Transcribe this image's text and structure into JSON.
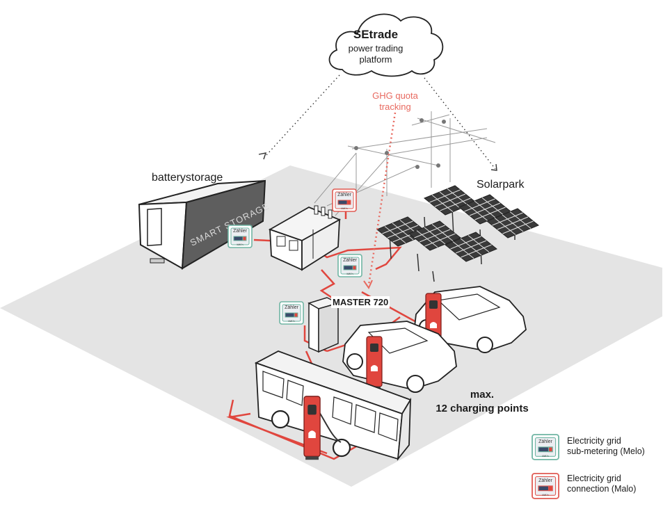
{
  "cloud": {
    "title": "SEtrade",
    "line1": "power trading",
    "line2": "platform"
  },
  "ghg": {
    "line1": "GHG quota",
    "line2": "tracking"
  },
  "labels": {
    "battery": "batterystorage",
    "container_text": "SMART STORAGE",
    "solar": "Solarpark",
    "master": "MASTER 720",
    "max_line1": "max.",
    "max_line2": "12 charging points"
  },
  "meter": {
    "label": "Zähler",
    "unit": "kW h"
  },
  "legend": [
    {
      "line1": "Electricity grid",
      "line2": "sub-metering (Melo)",
      "color": "#6fb5a3"
    },
    {
      "line1": "Electricity grid",
      "line2": "connection (Malo)",
      "color": "#e05a52"
    }
  ],
  "colors": {
    "accent_red": "#e0463e",
    "ground": "#e4e4e4",
    "melo": "#6fb5a3",
    "malo": "#e05a52",
    "dots": "#e8695f"
  }
}
